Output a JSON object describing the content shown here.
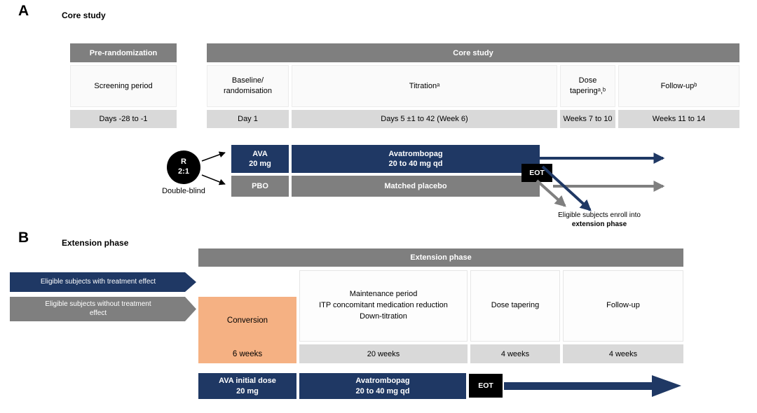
{
  "colors": {
    "navy": "#1f3864",
    "gray": "#7f7f7f",
    "lightgray": "#d9d9d9",
    "orange": "#f5b183"
  },
  "panel_a": {
    "label": "A",
    "title": "Core study",
    "pre_randomization": {
      "header": "Pre-randomization",
      "period": "Screening period",
      "dates": "Days -28 to -1"
    },
    "core_header": "Core study",
    "columns": [
      {
        "label": "Baseline/\nrandomisation",
        "dates": "Day 1"
      },
      {
        "label": "Titrationᵃ",
        "dates": "Days 5 ±1 to 42 (Week 6)"
      },
      {
        "label": "Dose\ntaperingᵃ,ᵇ",
        "dates": "Weeks 7 to 10"
      },
      {
        "label": "Follow-upᵇ",
        "dates": "Weeks 11 to 14"
      }
    ],
    "randomization": {
      "circle": "R\n2:1",
      "caption": "Double-blind"
    },
    "ava_box": "AVA\n20 mg",
    "ava_bar": "Avatrombopag\n20 to 40 mg qd",
    "pbo_box": "PBO",
    "pbo_bar": "Matched placebo",
    "eot": "EOT",
    "enroll_note": {
      "line1": "Eligible subjects enroll into",
      "line2": "extension phase"
    }
  },
  "panel_b": {
    "label": "B",
    "title": "Extension phase",
    "header": "Extension phase",
    "arrow_with_effect": "Eligible subjects with treatment effect",
    "arrow_without_effect": "Eligible subjects without treatment\neffect",
    "conversion": {
      "label": "Conversion",
      "duration": "6 weeks"
    },
    "columns": [
      {
        "label": "Maintenance period\nITP concomitant medication reduction\nDown-titration",
        "duration": "20 weeks"
      },
      {
        "label": "Dose tapering",
        "duration": "4 weeks"
      },
      {
        "label": "Follow-up",
        "duration": "4 weeks"
      }
    ],
    "ava_initial_box": "AVA initial dose\n20 mg",
    "ava_bar": "Avatrombopag\n20 to 40 mg qd",
    "eot": "EOT"
  }
}
